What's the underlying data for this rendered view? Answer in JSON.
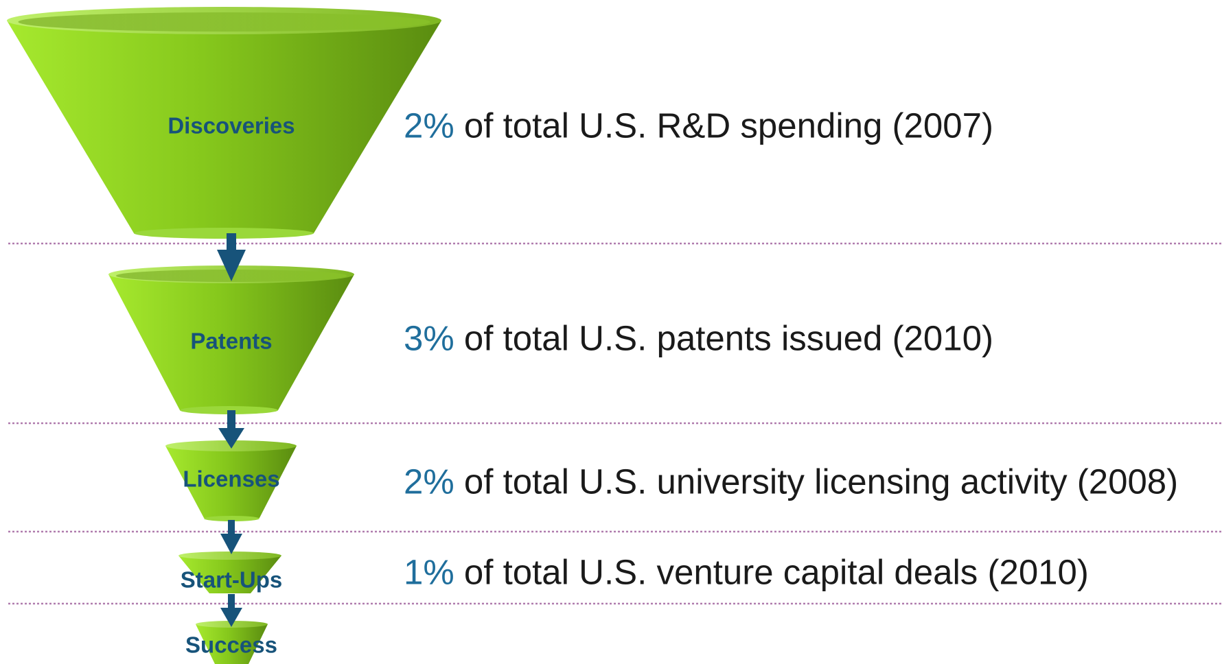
{
  "colors": {
    "funnel_light": "#9de22a",
    "funnel_dark": "#5c8e12",
    "funnel_rim": "#b5ec55",
    "arrow": "#17537a",
    "label": "#17537a",
    "percent": "#1f6e9c",
    "text": "#1a1a1a",
    "divider": "#b07cae"
  },
  "stages": [
    {
      "label": "Discoveries",
      "percent": "2%",
      "description": " of total U.S. R&D spending (2007)"
    },
    {
      "label": "Patents",
      "percent": "3%",
      "description": " of total U.S. patents issued (2010)"
    },
    {
      "label": "Licenses",
      "percent": "2%",
      "description": " of total U.S. university licensing activity (2008)"
    },
    {
      "label": "Start-Ups",
      "percent": "1%",
      "description": " of total U.S. venture capital deals (2010)"
    },
    {
      "label": "Success"
    }
  ]
}
